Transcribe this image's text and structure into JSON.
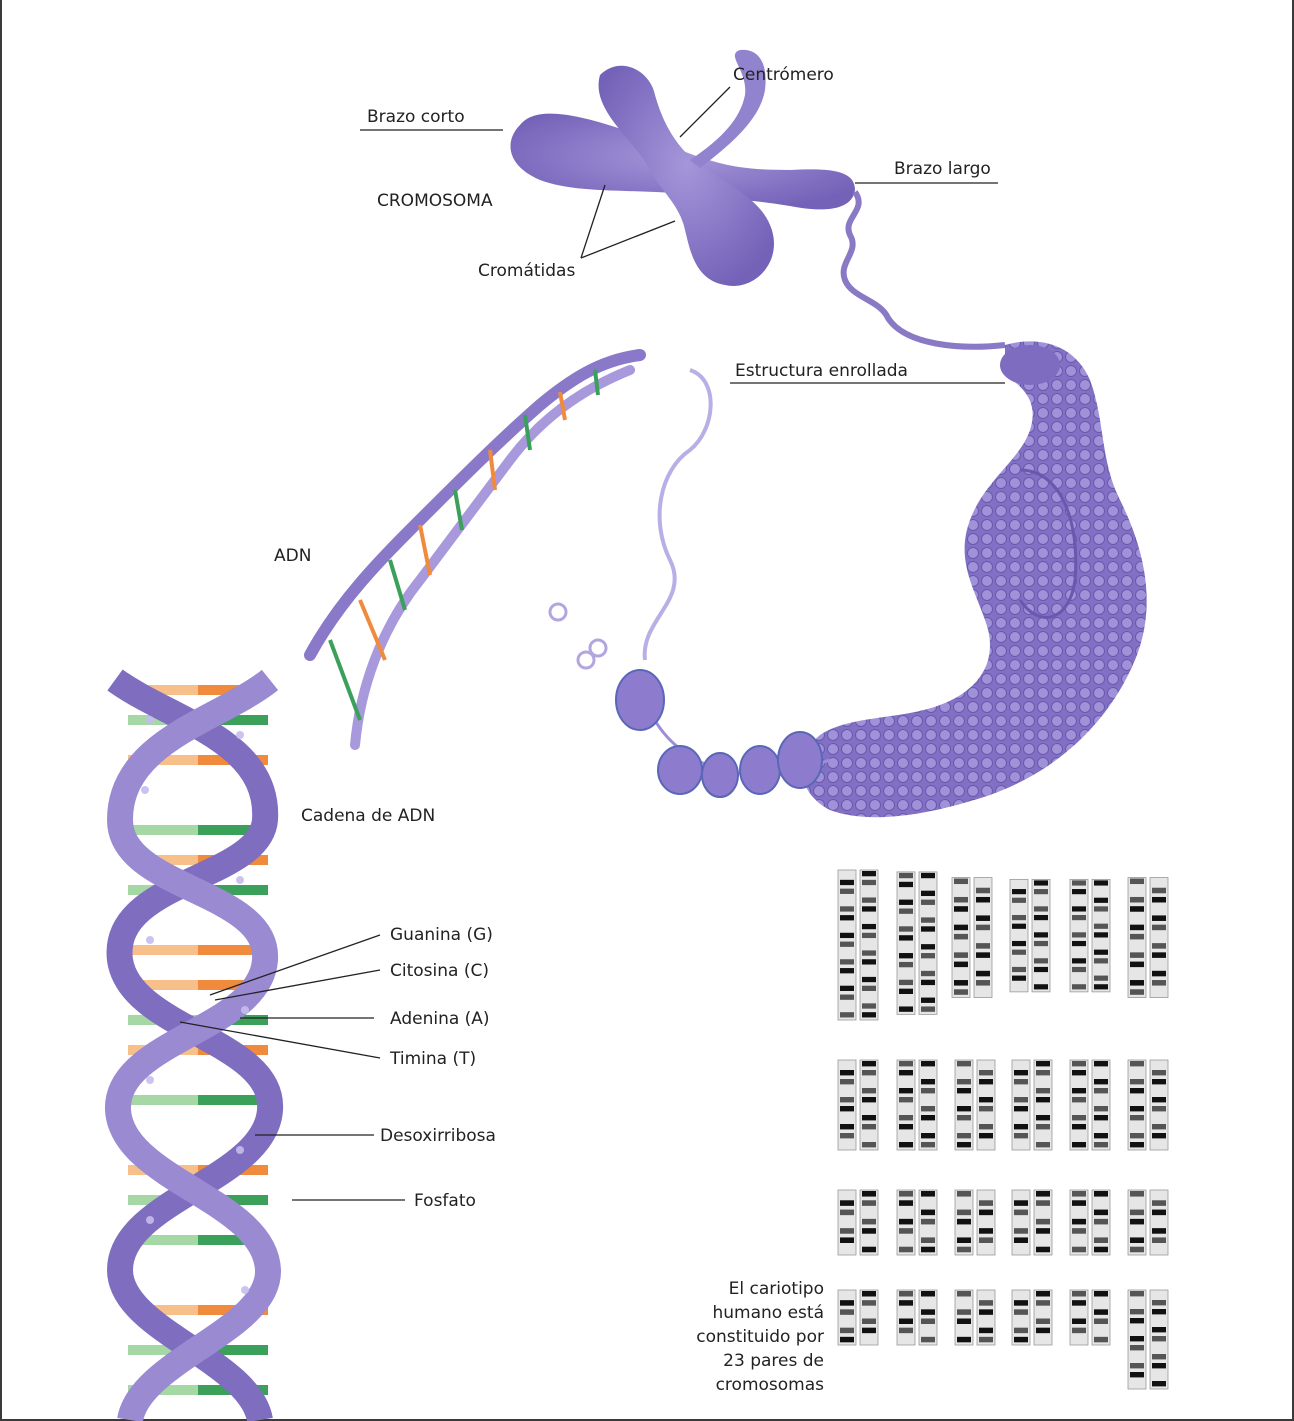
{
  "labels": {
    "centromere": "Centrómero",
    "short_arm": "Brazo corto",
    "long_arm": "Brazo largo",
    "chromosome": "CROMOSOMA",
    "chromatids": "Cromátidas",
    "coiled_structure": "Estructura enrollada",
    "dna": "ADN",
    "dna_chain": "Cadena de ADN",
    "guanine": "Guanina (G)",
    "cytosine": "Citosina (C)",
    "adenine": "Adenina (A)",
    "thymine": "Timina (T)",
    "deoxyribose": "Desoxirribosa",
    "phosphate": "Fosfato"
  },
  "karyotype_caption": [
    "El cariotipo",
    "humano está",
    "constituido por",
    "23 pares de",
    "cromosomas"
  ],
  "colors": {
    "chromosome": "#8e7cc3",
    "backbone": "#8a78c8",
    "orange_base": "#f08a3c",
    "green_base": "#3aa05a",
    "outline": "#222222"
  }
}
